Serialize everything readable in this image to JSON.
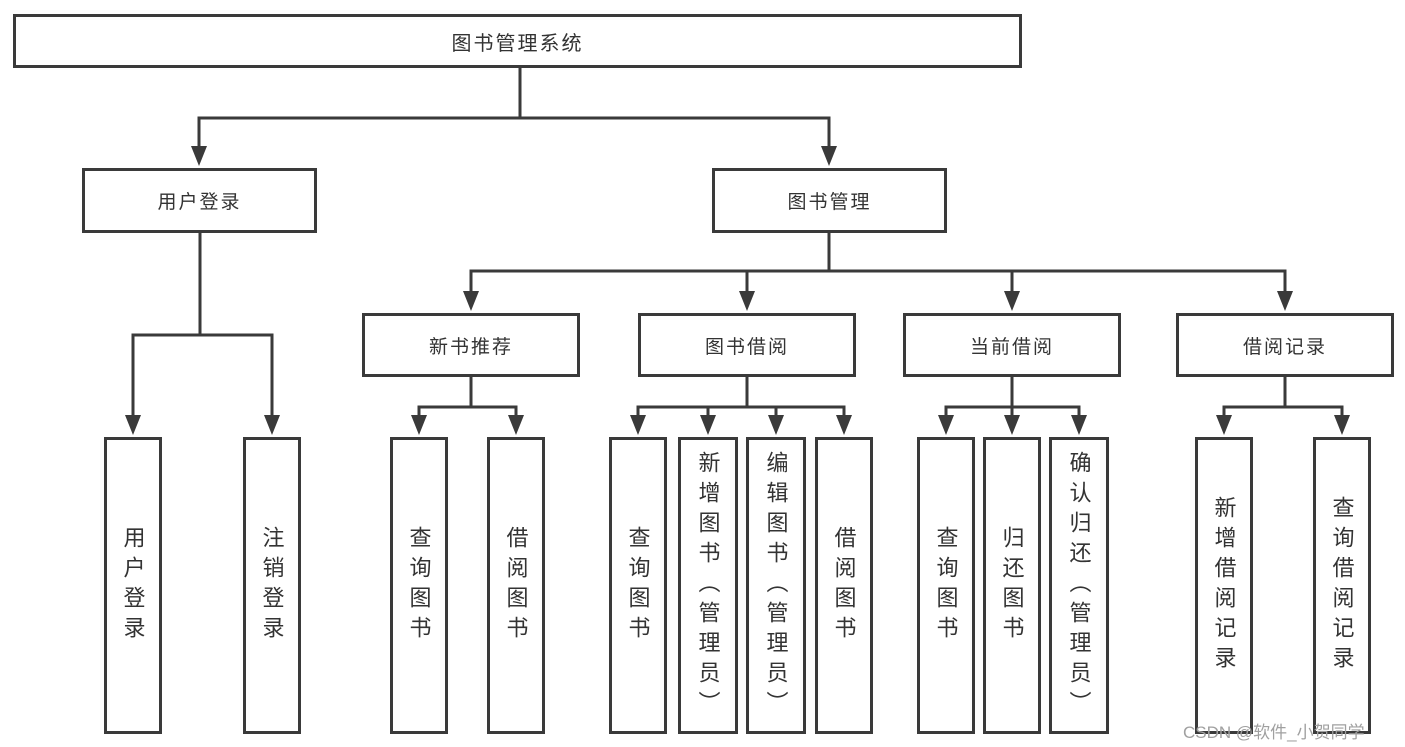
{
  "tree": {
    "label": "图书管理系统",
    "children": [
      {
        "label": "用户登录",
        "children": [
          {
            "label": "用户登录"
          },
          {
            "label": "注销登录"
          }
        ]
      },
      {
        "label": "图书管理",
        "children": [
          {
            "label": "新书推荐",
            "children": [
              {
                "label": "查询图书"
              },
              {
                "label": "借阅图书"
              }
            ]
          },
          {
            "label": "图书借阅",
            "children": [
              {
                "label": "查询图书"
              },
              {
                "label": "新增图书（管理员）"
              },
              {
                "label": "编辑图书（管理员）"
              },
              {
                "label": "借阅图书"
              }
            ]
          },
          {
            "label": "当前借阅",
            "children": [
              {
                "label": "查询图书"
              },
              {
                "label": "归还图书"
              },
              {
                "label": "确认归还（管理员）"
              }
            ]
          },
          {
            "label": "借阅记录",
            "children": [
              {
                "label": "新增借阅记录"
              },
              {
                "label": "查询借阅记录"
              }
            ]
          }
        ]
      }
    ]
  },
  "watermark": {
    "text": "CSDN @软件_小贺同学"
  },
  "colors": {
    "line": "#3a3a3a",
    "text": "#333333",
    "background": "#ffffff",
    "watermark": "#a0a0a0"
  }
}
